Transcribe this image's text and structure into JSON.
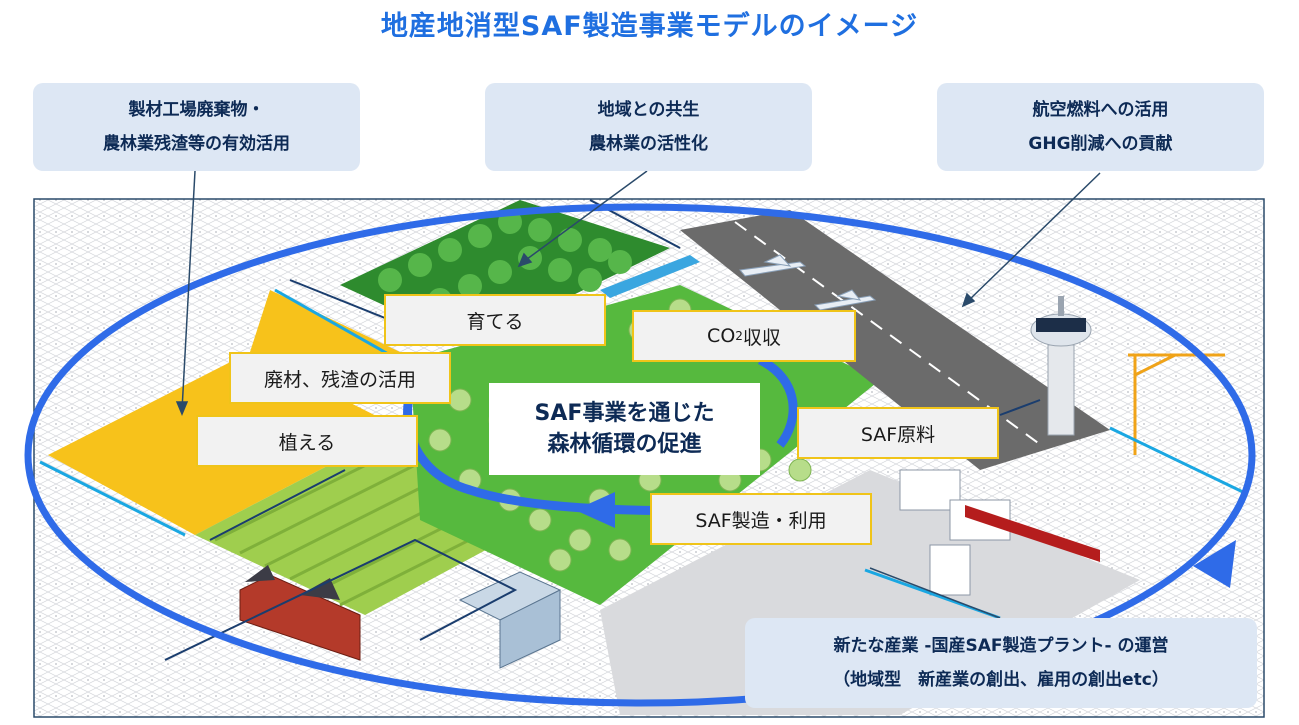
{
  "title": "地産地消型SAF製造事業モデルのイメージ",
  "callouts": {
    "left": {
      "line1": "製材工場廃棄物・",
      "line2": "農林業残渣等の有効活用"
    },
    "center": {
      "line1": "地域との共生",
      "line2": "農林業の活性化"
    },
    "right": {
      "line1": "航空燃料への活用",
      "line2": "GHG削減への貢献"
    },
    "bottom": {
      "line1": "新たな産業 -国産SAF製造プラント- の運営",
      "line2": "（地域型　新産業の創出、雇用の創出etc）"
    }
  },
  "cycle": {
    "grow": "育てる",
    "co2_main": "CO",
    "co2_sub": "2",
    "co2_rest": "収収",
    "waste": "廃材、残渣の活用",
    "plant": "植える",
    "material": "SAF原料",
    "manufacture": "SAF製造・利用"
  },
  "center": {
    "line1": "SAF事業を通じた",
    "line2": "森林循環の促進"
  },
  "colors": {
    "title": "#1f6fe0",
    "ring": "#2f6be8",
    "callout_bg": "#dde7f4",
    "label_border": "#f0c419",
    "forest": "#3aa035",
    "field": "#f7c21b",
    "airport": "#6b6b6b"
  }
}
